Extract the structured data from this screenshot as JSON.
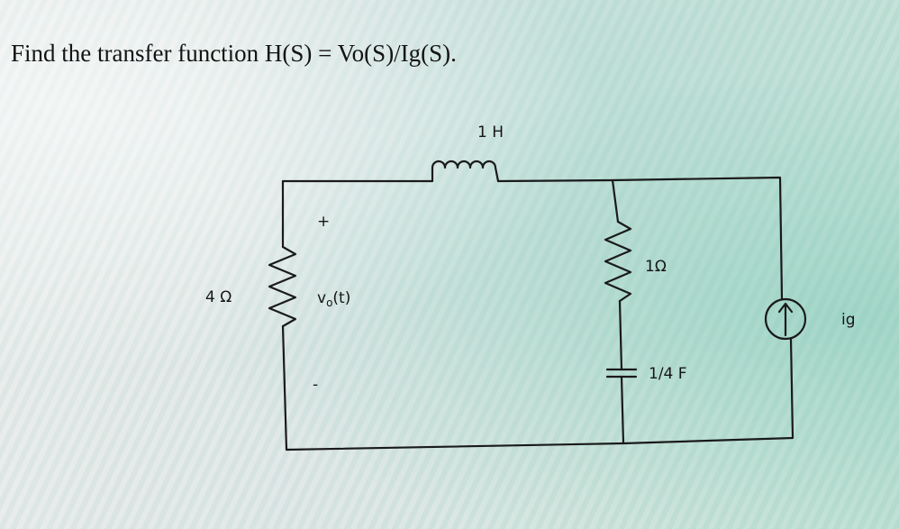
{
  "question": "Find the transfer function H(S) = Vo(S)/Ig(S).",
  "labels": {
    "inductor": "1 H",
    "resistor_left": "4 Ω",
    "resistor_right": "1Ω",
    "capacitor": "1/4 F",
    "source": "ig",
    "plus": "+",
    "minus": "-",
    "vo_main": "v",
    "vo_sub": "o",
    "vo_rest": "(t)"
  }
}
